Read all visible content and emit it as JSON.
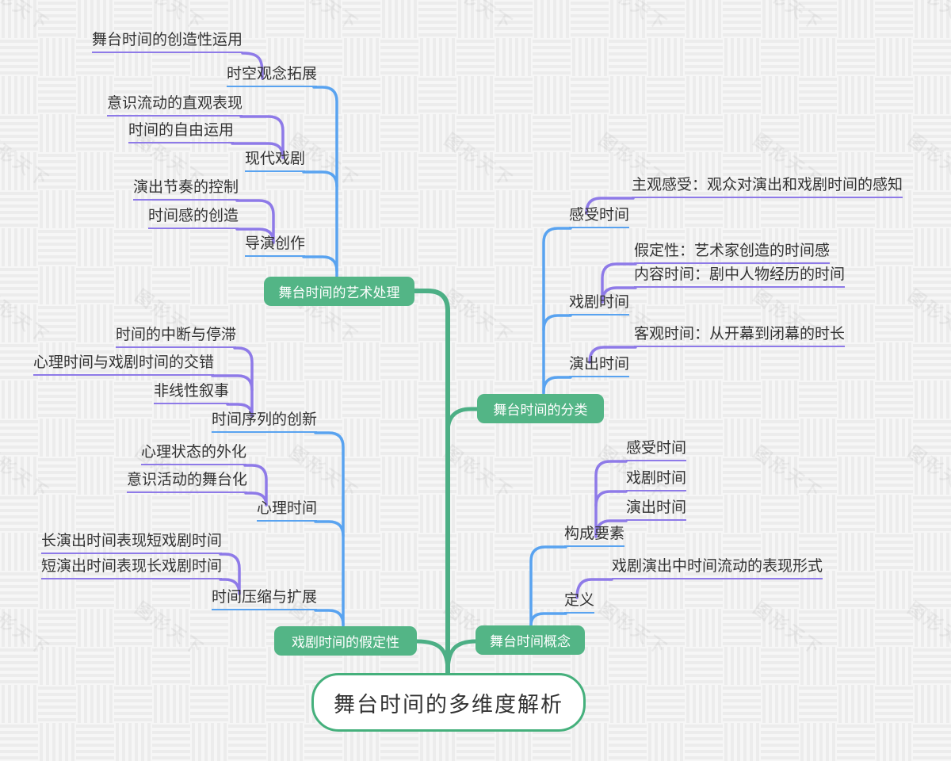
{
  "root": {
    "label": "舞台时间的多维度解析"
  },
  "watermark": {
    "text": "图形天下"
  },
  "colors": {
    "green": "#4caf85",
    "node_fill": "#53b586",
    "root_border": "#45b07c",
    "blue": "#59a3f0",
    "purple": "#8e7ae8",
    "text": "#333333"
  },
  "branches": [
    {
      "id": "art",
      "label": "舞台时间的艺术处理",
      "children": [
        {
          "id": "shikong",
          "label": "时空观念拓展",
          "children": [
            {
              "id": "chuangzao",
              "label": "舞台时间的创造性运用"
            }
          ]
        },
        {
          "id": "xiandai",
          "label": "现代戏剧",
          "children": [
            {
              "id": "yishiliu",
              "label": "意识流动的直观表现"
            },
            {
              "id": "ziyou",
              "label": "时间的自由运用"
            }
          ]
        },
        {
          "id": "daoyan",
          "label": "导演创作",
          "children": [
            {
              "id": "jiezou",
              "label": "演出节奏的控制"
            },
            {
              "id": "shijiangan",
              "label": "时间感的创造"
            }
          ]
        }
      ]
    },
    {
      "id": "fenlei",
      "label": "舞台时间的分类",
      "children": [
        {
          "id": "ganshou",
          "label": "感受时间",
          "children": [
            {
              "id": "zhuguan",
              "label": "主观感受：观众对演出和戏剧时间的感知"
            }
          ]
        },
        {
          "id": "xiju",
          "label": "戏剧时间",
          "children": [
            {
              "id": "jiading",
              "label": "假定性：艺术家创造的时间感"
            },
            {
              "id": "neirong",
              "label": "内容时间：剧中人物经历的时间"
            }
          ]
        },
        {
          "id": "yanchu",
          "label": "演出时间",
          "children": [
            {
              "id": "keguan",
              "label": "客观时间：从开幕到闭幕的时长"
            }
          ]
        }
      ]
    },
    {
      "id": "jiadingxing",
      "label": "戏剧时间的假定性",
      "children": [
        {
          "id": "xulie",
          "label": "时间序列的创新",
          "children": [
            {
              "id": "zhongduan",
              "label": "时间的中断与停滞"
            },
            {
              "id": "jiaocuo",
              "label": "心理时间与戏剧时间的交错"
            },
            {
              "id": "feixianxing",
              "label": "非线性叙事"
            }
          ]
        },
        {
          "id": "xinli",
          "label": "心理时间",
          "children": [
            {
              "id": "waihua",
              "label": "心理状态的外化"
            },
            {
              "id": "wutaihua",
              "label": "意识活动的舞台化"
            }
          ]
        },
        {
          "id": "yasuo",
          "label": "时间压缩与扩展",
          "children": [
            {
              "id": "changyan",
              "label": "长演出时间表现短戏剧时间"
            },
            {
              "id": "duanyan",
              "label": "短演出时间表现长戏剧时间"
            }
          ]
        }
      ]
    },
    {
      "id": "gainian",
      "label": "舞台时间概念",
      "children": [
        {
          "id": "goucheng",
          "label": "构成要素",
          "children": [
            {
              "id": "g2_ganshou",
              "label": "感受时间"
            },
            {
              "id": "g2_xiju",
              "label": "戏剧时间"
            },
            {
              "id": "g2_yanchu",
              "label": "演出时间"
            }
          ]
        },
        {
          "id": "dingyi",
          "label": "定义",
          "children": [
            {
              "id": "biaoxian",
              "label": "戏剧演出中时间流动的表现形式"
            }
          ]
        }
      ]
    }
  ]
}
